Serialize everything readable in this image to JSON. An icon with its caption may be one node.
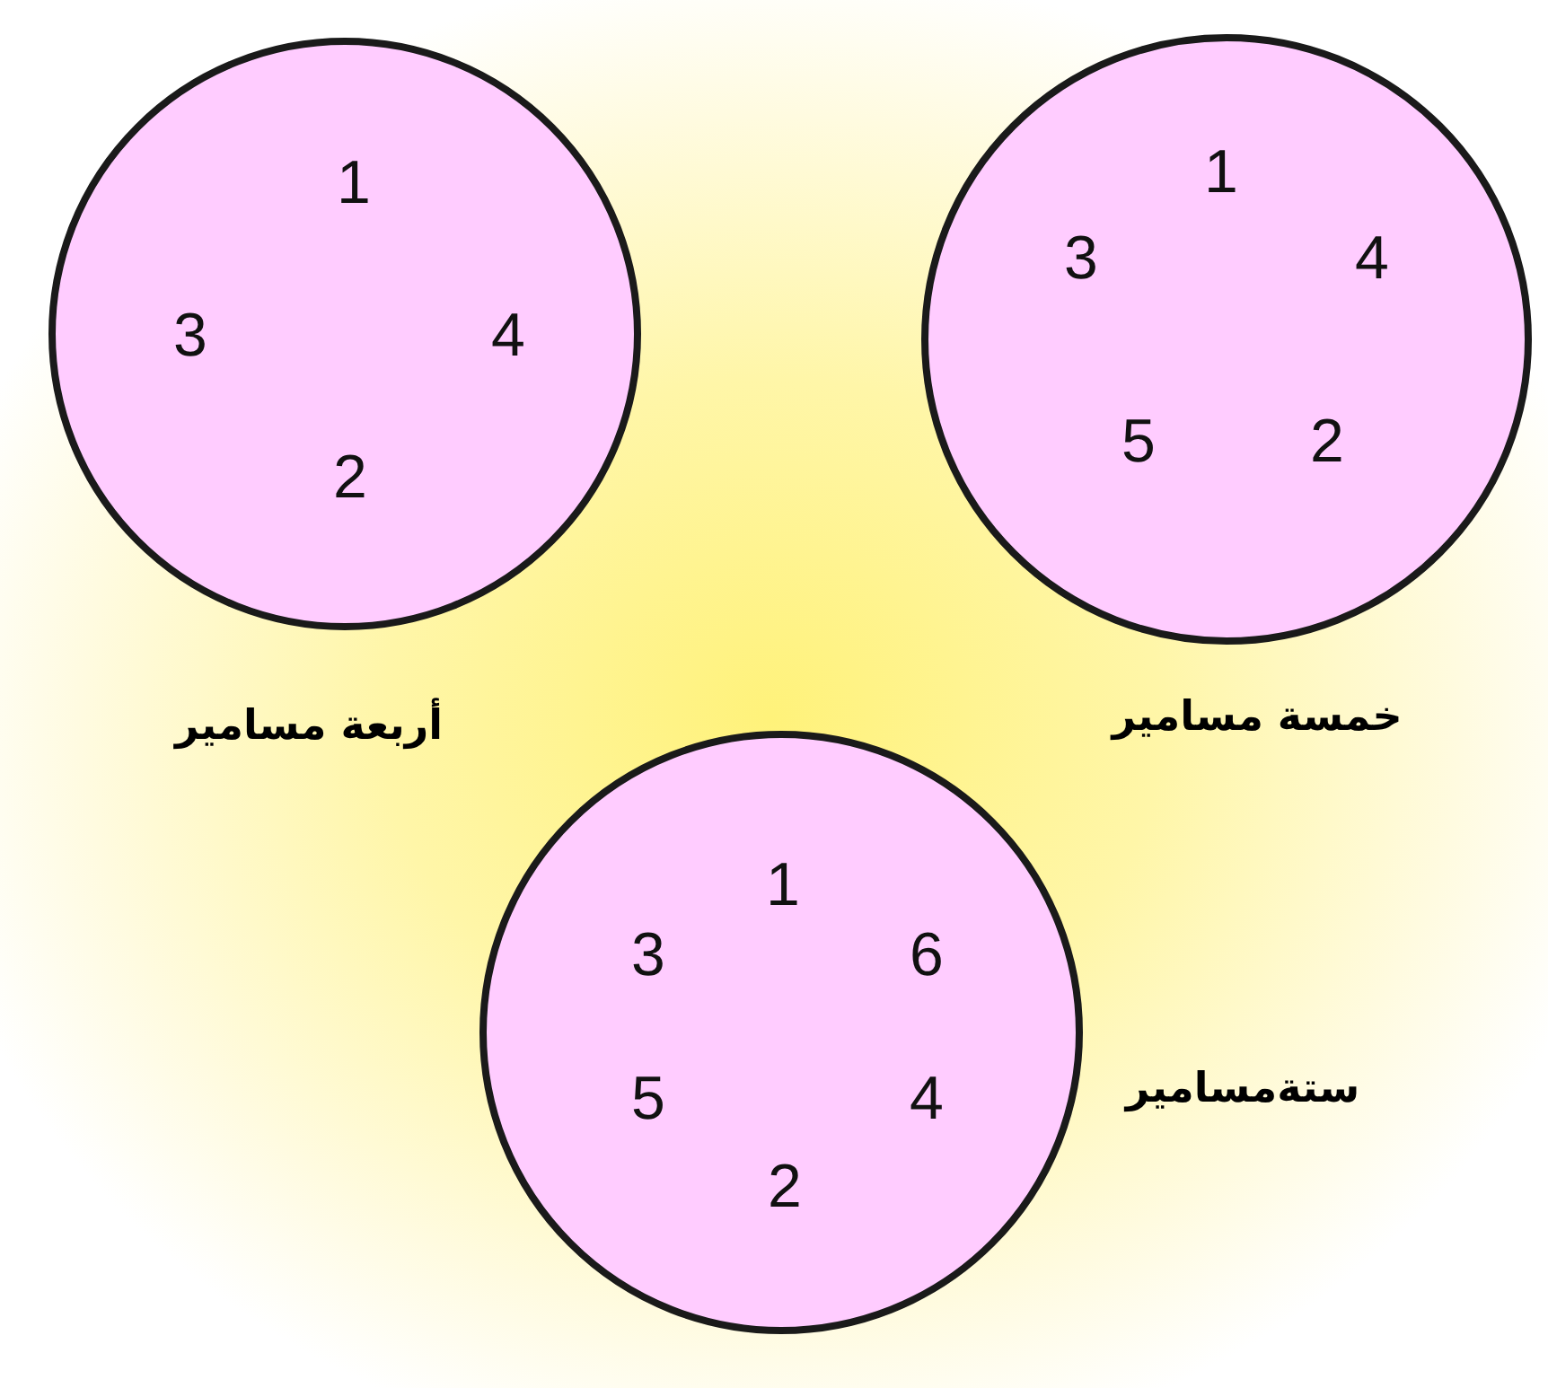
{
  "diagram": {
    "nodes": [
      {
        "text": [
          "1",
          "3",
          "4",
          "2"
        ]
      },
      {
        "text": [
          "1",
          "3",
          "4",
          "5",
          "2"
        ]
      },
      {
        "text": [
          "1",
          "3",
          "6",
          "5",
          "4",
          "2"
        ]
      }
    ],
    "labels": [
      "أربعة مسامير",
      "خمسة مسامير",
      "ستةمسامير"
    ]
  }
}
